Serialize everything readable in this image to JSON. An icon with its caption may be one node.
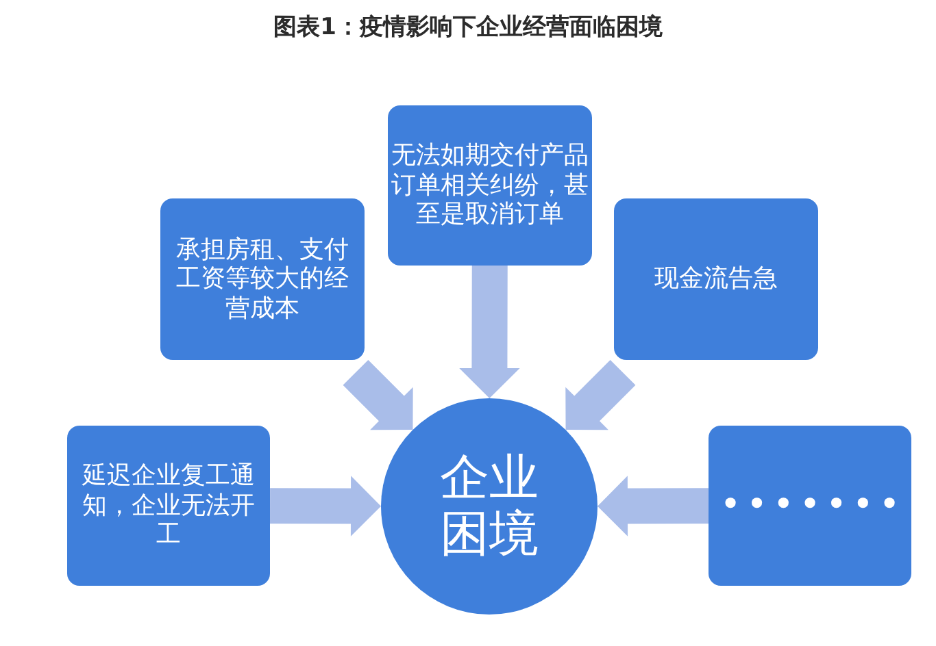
{
  "diagram": {
    "title": "图表1：疫情影响下企业经营面临困境",
    "nodes": [
      {
        "text": [
          "无法如期交付产品订单相关纠纷，甚至是取消订单"
        ]
      },
      {
        "text": [
          "承担房租、支付工资等较大的经营成本"
        ]
      },
      {
        "text": [
          "现金流告急"
        ]
      },
      {
        "text": [
          "延迟企业复工通知，企业无法开工"
        ]
      },
      {
        "text": [
          "企业困境"
        ]
      },
      {
        "text": [
          "•••••••"
        ]
      }
    ],
    "edges": [
      {
        "from": 0,
        "to": 4,
        "arrow": "to"
      },
      {
        "from": 1,
        "to": 4,
        "arrow": "to"
      },
      {
        "from": 2,
        "to": 4,
        "arrow": "to"
      },
      {
        "from": 3,
        "to": 4,
        "arrow": "to"
      },
      {
        "from": 5,
        "to": 4,
        "arrow": "to"
      }
    ]
  }
}
